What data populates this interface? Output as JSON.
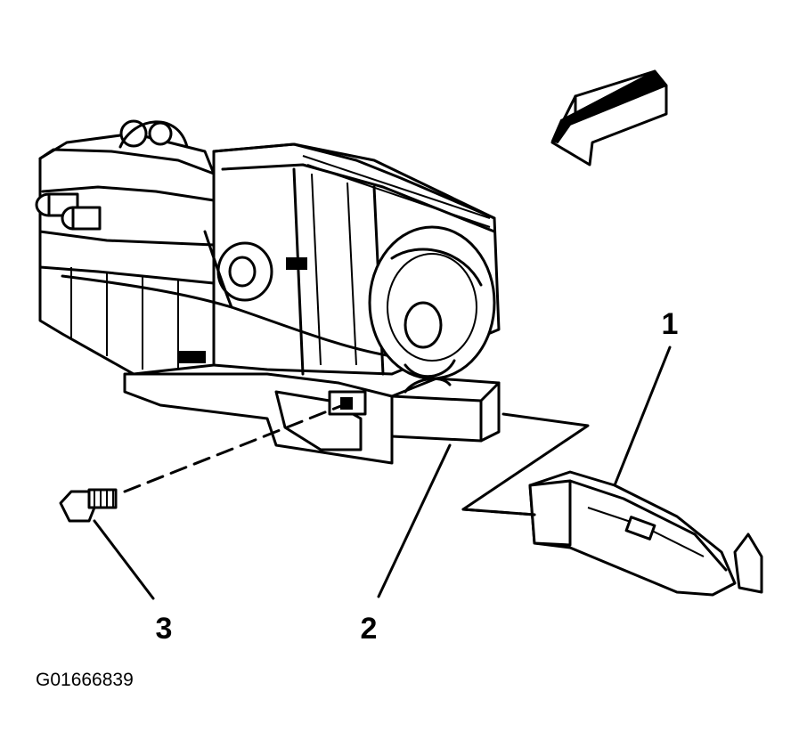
{
  "diagram": {
    "callouts": [
      {
        "id": "callout-1",
        "label": "1"
      },
      {
        "id": "callout-2",
        "label": "2"
      },
      {
        "id": "callout-3",
        "label": "3"
      }
    ],
    "figure_id": "G01666839",
    "colors": {
      "ink": "#000000",
      "background": "#ffffff"
    }
  }
}
